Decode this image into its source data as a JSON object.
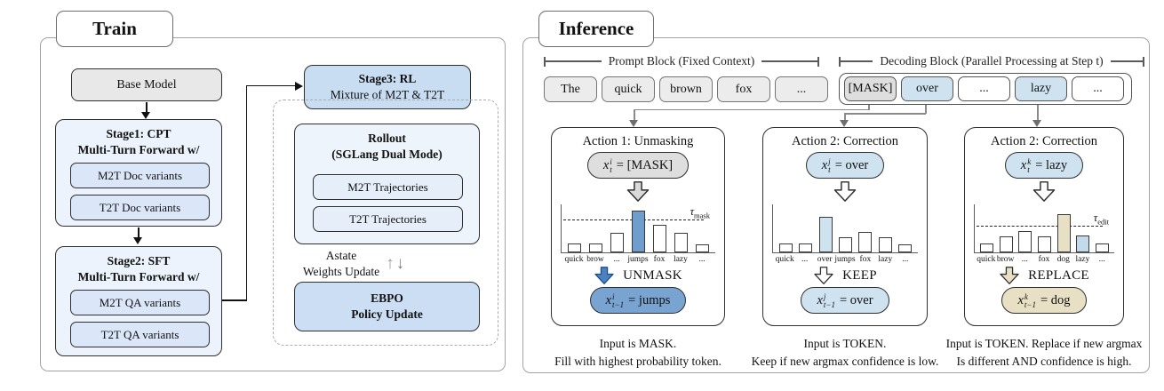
{
  "colors": {
    "panel_border": "#a3a3a3",
    "box_border": "#2f2f2f",
    "stage_light_blue": "#ecf3fc",
    "variant_blue": "#dbe7f8",
    "stage3_blue": "#c8dcf2",
    "rollout_blue": "#eef4fc",
    "trajectory_blue": "#e5eef9",
    "ebpo_blue": "#cbdef4",
    "base_model_gray": "#e8e8e8",
    "mask_gray": "#dedede",
    "token_blue": "#cfe2f0",
    "result_medium_blue": "#79a4d2",
    "result_tan": "#e8e0c4",
    "bar_blue": "#6f9dcd",
    "bar_light_blue": "#cfe2f0",
    "bar_tan": "#e8e0c4",
    "connector_gray": "#8a8a8a"
  },
  "train": {
    "title": "Train",
    "base_model": "Base Model",
    "stage1": {
      "title": "Stage1: CPT",
      "subtitle": "Multi-Turn Forward w/",
      "items": [
        "M2T Doc variants",
        "T2T Doc variants"
      ]
    },
    "stage2": {
      "title": "Stage2: SFT",
      "subtitle": "Multi-Turn Forward w/",
      "items": [
        "M2T QA variants",
        "T2T QA variants"
      ]
    },
    "stage3": {
      "title": "Stage3: RL",
      "subtitle": "Mixture of M2T & T2T"
    },
    "rollout": {
      "title": "Rollout",
      "subtitle": "(SGLang Dual Mode)",
      "items": [
        "M2T Trajectories",
        "T2T Trajectories"
      ]
    },
    "weights_update": {
      "line1": "Astate",
      "line2": "Weights Update"
    },
    "ebpo": {
      "title": "EBPO",
      "subtitle": "Policy Update"
    }
  },
  "inference": {
    "title": "Inference",
    "prompt_block_label": "Prompt Block (Fixed Context)",
    "decoding_block_label": "Decoding Block (Parallel Processing at Step t)",
    "prompt_tokens": [
      "The",
      "quick",
      "brown",
      "fox",
      "..."
    ],
    "decoding_tokens": [
      {
        "text": "[MASK]",
        "style": "mask"
      },
      {
        "text": "over",
        "style": "token"
      },
      {
        "text": "...",
        "style": "empty"
      },
      {
        "text": "lazy",
        "style": "token"
      },
      {
        "text": "...",
        "style": "empty"
      }
    ],
    "actions": [
      {
        "title": "Action 1: Unmasking",
        "input": {
          "sym": "x",
          "sup": "i",
          "sub": "t",
          "rhs": "= [MASK]"
        },
        "verb": "UNMASK",
        "output": {
          "sym": "x",
          "sup": "i",
          "sub": "t−1",
          "rhs": "= jumps"
        },
        "caption_line1": "Input is MASK.",
        "caption_line2": "Fill with highest probability token.",
        "input_fill": "#dedede",
        "output_fill": "#79a4d2",
        "in_arrow_fill": "#d9d9d9",
        "in_arrow_stroke": "#2f2f2f",
        "verb_arrow_fill": "#4d80bf",
        "verb_arrow_stroke": "#1f4e86"
      },
      {
        "title": "Action 2: Correction",
        "input": {
          "sym": "x",
          "sup": "j",
          "sub": "t",
          "rhs": "= over"
        },
        "verb": "KEEP",
        "output": {
          "sym": "x",
          "sup": "j",
          "sub": "t−1",
          "rhs": "= over"
        },
        "caption_line1": "Input is TOKEN.",
        "caption_line2": "Keep if new argmax confidence is low.",
        "input_fill": "#cfe2f0",
        "output_fill": "#cfe2f0",
        "in_arrow_fill": "#ffffff",
        "in_arrow_stroke": "#2f2f2f",
        "verb_arrow_fill": "#ffffff",
        "verb_arrow_stroke": "#2f2f2f"
      },
      {
        "title": "Action 2: Correction",
        "input": {
          "sym": "x",
          "sup": "k",
          "sub": "t",
          "rhs": "= lazy"
        },
        "verb": "REPLACE",
        "output": {
          "sym": "x",
          "sup": "k",
          "sub": "t−1",
          "rhs": "= dog"
        },
        "caption_line1": "Input is TOKEN. Replace if new argmax",
        "caption_line2": "Is different AND confidence is high.",
        "input_fill": "#cfe2f0",
        "output_fill": "#e8e0c4",
        "in_arrow_fill": "#ffffff",
        "in_arrow_stroke": "#2f2f2f",
        "verb_arrow_fill": "#e8e0c4",
        "verb_arrow_stroke": "#2f2f2f"
      }
    ]
  },
  "chart_data": [
    {
      "type": "bar",
      "categories": [
        "quick",
        "brow",
        "...",
        "jumps",
        "fox",
        "lazy",
        "..."
      ],
      "values": [
        0.18,
        0.18,
        0.4,
        0.87,
        0.57,
        0.41,
        0.16
      ],
      "bar_colors": [
        null,
        null,
        null,
        "#6f9dcd",
        null,
        null,
        null
      ],
      "threshold": {
        "value": 0.67,
        "sym": "τ",
        "sub": "mask"
      },
      "ylim": [
        0,
        1
      ],
      "grid": false,
      "note": "token probability bars for Action 1: Unmasking; 'jumps' exceeds τ_mask"
    },
    {
      "type": "bar",
      "categories": [
        "quick",
        "...",
        "over",
        "jumps",
        "fox",
        "lazy",
        "..."
      ],
      "values": [
        0.18,
        0.18,
        0.74,
        0.31,
        0.43,
        0.31,
        0.16
      ],
      "bar_colors": [
        null,
        null,
        "#cfe2f0",
        null,
        null,
        null,
        null
      ],
      "threshold": null,
      "ylim": [
        0,
        1
      ],
      "grid": false,
      "note": "token probability bars for Action 2: Correction (KEEP); 'over' is argmax"
    },
    {
      "type": "bar",
      "categories": [
        "quick",
        "brow",
        "...",
        "fox",
        "dog",
        "lazy",
        "..."
      ],
      "values": [
        0.18,
        0.33,
        0.45,
        0.33,
        0.8,
        0.35,
        0.18
      ],
      "bar_colors": [
        null,
        null,
        null,
        null,
        "#e8e0c4",
        "#c3d9ec",
        null
      ],
      "threshold": {
        "value": 0.53,
        "sym": "τ",
        "sub": "edit"
      },
      "ylim": [
        0,
        1
      ],
      "grid": false,
      "note": "token probability bars for Action 2: Correction (REPLACE); 'dog' exceeds τ_edit"
    }
  ]
}
